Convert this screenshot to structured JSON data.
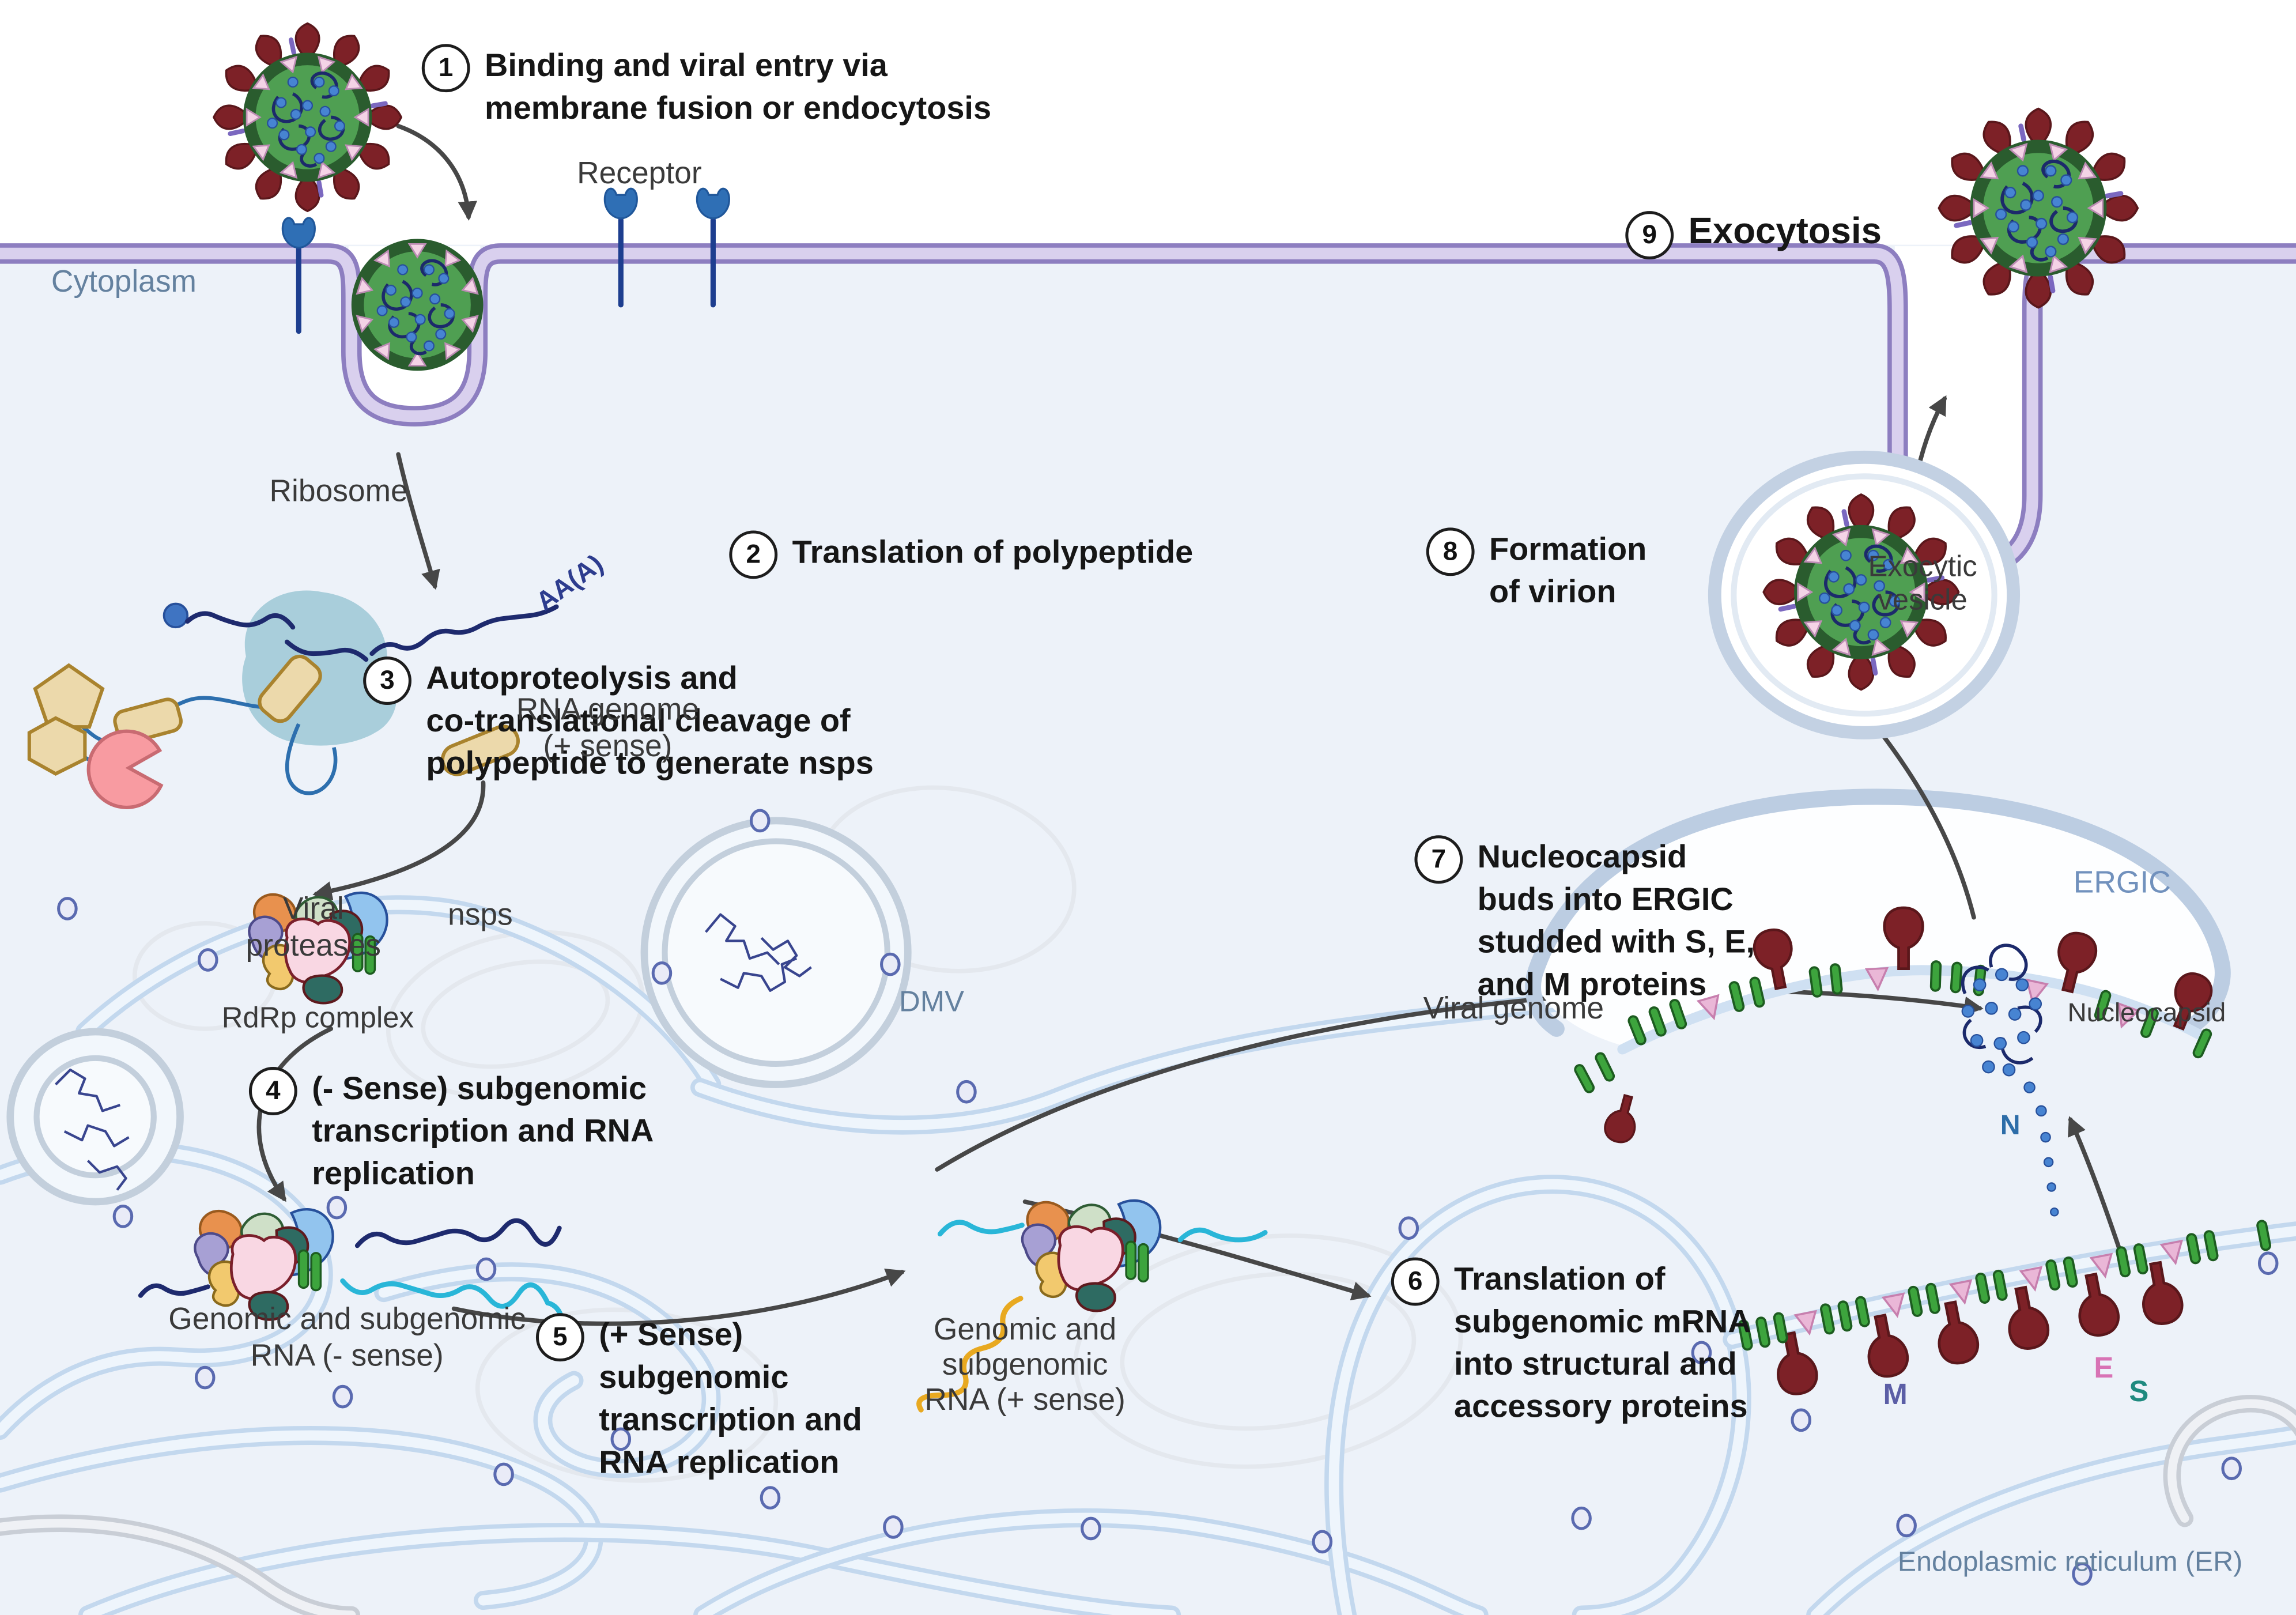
{
  "regions": {
    "cytoplasm": "Cytoplasm",
    "er": "Endoplasmic reticulum (ER)",
    "ergic": "ERGIC",
    "dmv": "DMV"
  },
  "steps": [
    {
      "num": "1",
      "lines": [
        "Binding and viral entry via",
        "membrane fusion or endocytosis"
      ]
    },
    {
      "num": "2",
      "lines": [
        "Translation of polypeptide"
      ]
    },
    {
      "num": "3",
      "lines": [
        "Autoproteolysis and",
        "co-translational cleavage of",
        "polypeptide to generate nsps"
      ]
    },
    {
      "num": "4",
      "lines": [
        "(- Sense) subgenomic",
        "transcription and RNA",
        "replication"
      ]
    },
    {
      "num": "5",
      "lines": [
        "(+ Sense)",
        "subgenomic",
        "transcription and",
        "RNA replication"
      ]
    },
    {
      "num": "6",
      "lines": [
        "Translation of",
        "subgenomic mRNA",
        "into structural and",
        "accessory proteins"
      ]
    },
    {
      "num": "7",
      "lines": [
        "Nucleocapsid",
        "buds into ERGIC",
        "studded with S, E,",
        "and M proteins"
      ]
    },
    {
      "num": "8",
      "lines": [
        "Formation",
        "of virion"
      ]
    },
    {
      "num": "9",
      "lines": [
        "Exocytosis"
      ]
    }
  ],
  "labels": {
    "receptor": "Receptor",
    "ribosome": "Ribosome",
    "poly_a": "AA(A)",
    "rna_genome": {
      "line1": "RNA genome",
      "line2": "(+ sense)"
    },
    "viral_proteases": {
      "line1": "Viral",
      "line2": "proteases"
    },
    "nsps": "nsps",
    "rdrp": "RdRp complex",
    "genomic_minus": {
      "line1": "Genomic and subgenomic",
      "line2": "RNA (- sense)"
    },
    "genomic_plus": {
      "line1": "Genomic and",
      "line2": "subgenomic",
      "line3": "RNA (+ sense)"
    },
    "viral_genome": "Viral genome",
    "nucleocapsid": "Nucleocapsid",
    "n": "N",
    "exocytic_vesicle": {
      "line1": "Exocytic",
      "line2": "vesicle"
    },
    "m": "M",
    "e": "E",
    "s": "S"
  },
  "colors": {
    "membrane_purple": "#8d7ec0",
    "membrane_core": "#d9d0ee",
    "er_blue": "#c3d8ee",
    "spike_maroon": "#7d2127",
    "virus_ring_green": "#2a5c2e",
    "virus_green": "#4f9f52",
    "m_protein_green": "#3da43d",
    "e_protein_pink": "#eab7d7",
    "n_protein_blue": "#4784d2",
    "rna_navy": "#1e2a6e",
    "rna_cyan": "#29b6d8",
    "rna_yellow": "#e8a921",
    "nsp_tan": "#ecd9ab",
    "protease_pink": "#f89ba1",
    "ribosome_blue": "#a9cedb",
    "receptor_blue": "#2f6fb5",
    "region_label_blue": "#64819f",
    "ergic_label_blue": "#7191bd",
    "m_label": "#5b5ea6",
    "e_label": "#d873b5",
    "s_label": "#1f8a7f",
    "n_label": "#2d6da8"
  }
}
